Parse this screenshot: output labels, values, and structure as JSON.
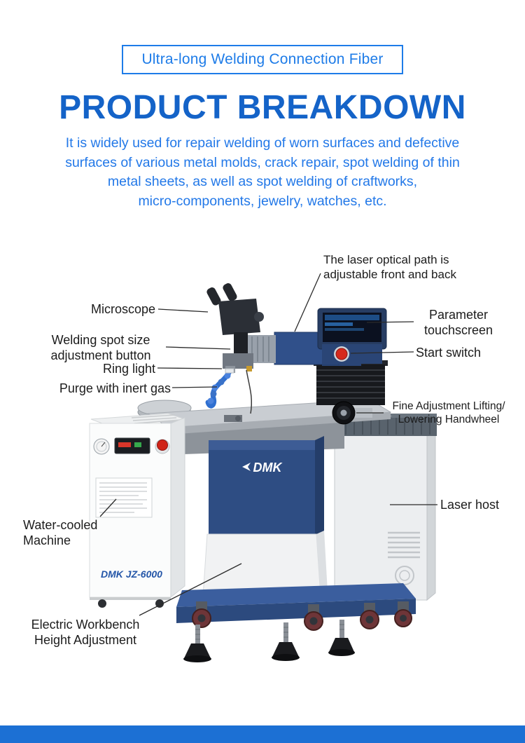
{
  "badge": {
    "label": "Ultra-long Welding Connection Fiber"
  },
  "title": "PRODUCT BREAKDOWN",
  "description": "It is widely used for repair welding of worn surfaces and defective\nsurfaces of various metal molds, crack repair, spot welding of thin\nmetal sheets, as well as spot welding of craftworks,\nmicro-components, jewelry, watches, etc.",
  "callouts": [
    {
      "id": "optical-path",
      "label": "The laser optical path is\nadjustable front and back"
    },
    {
      "id": "microscope",
      "label": "Microscope"
    },
    {
      "id": "touchscreen",
      "label": "Parameter\ntouchscreen"
    },
    {
      "id": "spot-size",
      "label": "Welding spot size\nadjustment button"
    },
    {
      "id": "start-switch",
      "label": "Start switch"
    },
    {
      "id": "ring-light",
      "label": "Ring light"
    },
    {
      "id": "purge",
      "label": "Purge with inert gas"
    },
    {
      "id": "handwheel",
      "label": "Fine Adjustment Lifting/\nLowering Handwheel"
    },
    {
      "id": "laser-host",
      "label": "Laser host"
    },
    {
      "id": "water-cooled",
      "label": "Water-cooled\nMachine"
    },
    {
      "id": "workbench",
      "label": "Electric Workbench\nHeight Adjustment"
    }
  ],
  "machine": {
    "brand_logo": "DMK",
    "model_label": "DMK JZ-6000"
  },
  "colors": {
    "accent": "#1e7ce8",
    "title_blue": "#1463c8",
    "text_blue": "#2278e8",
    "footer_blue": "#1c70d4",
    "callout_text": "#1c1c1c",
    "machine_blue": "#2e4d83",
    "machine_blue_dark": "#243d69",
    "machine_base_blue": "#3b5e9e"
  }
}
